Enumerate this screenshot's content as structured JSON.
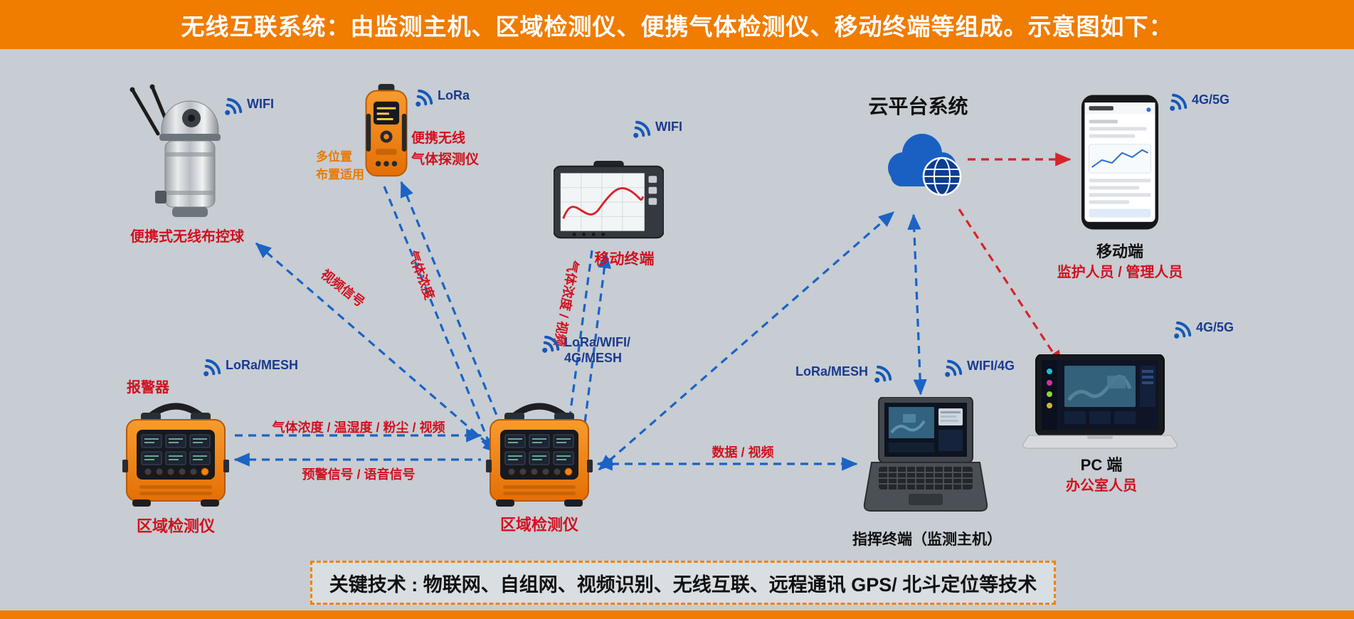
{
  "banner": {
    "text": "无线互联系统：由监测主机、区域检测仪、便携气体检测仪、移动终端等组成。示意图如下："
  },
  "devices": {
    "ball": {
      "label": "便携式无线布控球",
      "signal": "WIFI"
    },
    "gas": {
      "label1": "便携无线",
      "label2": "气体探测仪",
      "signal": "LoRa",
      "note1": "多位置",
      "note2": "布置适用"
    },
    "tablet": {
      "label": "移动终端",
      "signal": "WIFI"
    },
    "cloud": {
      "title": "云平台系统"
    },
    "phone": {
      "title": "移动端",
      "subtitle": "监护人员 / 管理人员",
      "signal": "4G/5G"
    },
    "pc": {
      "title": "PC 端",
      "subtitle": "办公室人员",
      "signal": "4G/5G"
    },
    "command": {
      "label": "指挥终端（监测主机）",
      "signal_left": "LoRa/MESH",
      "signal_right": "WIFI/4G"
    },
    "alarm": {
      "label": "报警器",
      "signal": "LoRa/MESH"
    },
    "detector_left": {
      "label": "区域检测仪"
    },
    "detector_center": {
      "label": "区域检测仪"
    }
  },
  "links": {
    "video": "视频信号",
    "gas": "气体浓度",
    "gas_video": "气体浓度 / 视频",
    "uplink1": "LoRa/WIFI/",
    "uplink2": "4G/MESH",
    "sensor_up": "气体浓度 / 温湿度 / 粉尘 / 视频",
    "alert_back": "预警信号 / 语音信号",
    "data_video": "数据 / 视频"
  },
  "footer": {
    "text": "关键技术 : 物联网、自组网、视频识别、无线互联、远程通讯 GPS/ 北斗定位等技术"
  },
  "colors": {
    "banner_orange": "#f07c00",
    "arrow_blue": "#1b63c4",
    "arrow_red": "#d8232a",
    "label_red": "#d2101f",
    "signal_navy": "#1b3a8f",
    "background": "#c7cdd3"
  }
}
